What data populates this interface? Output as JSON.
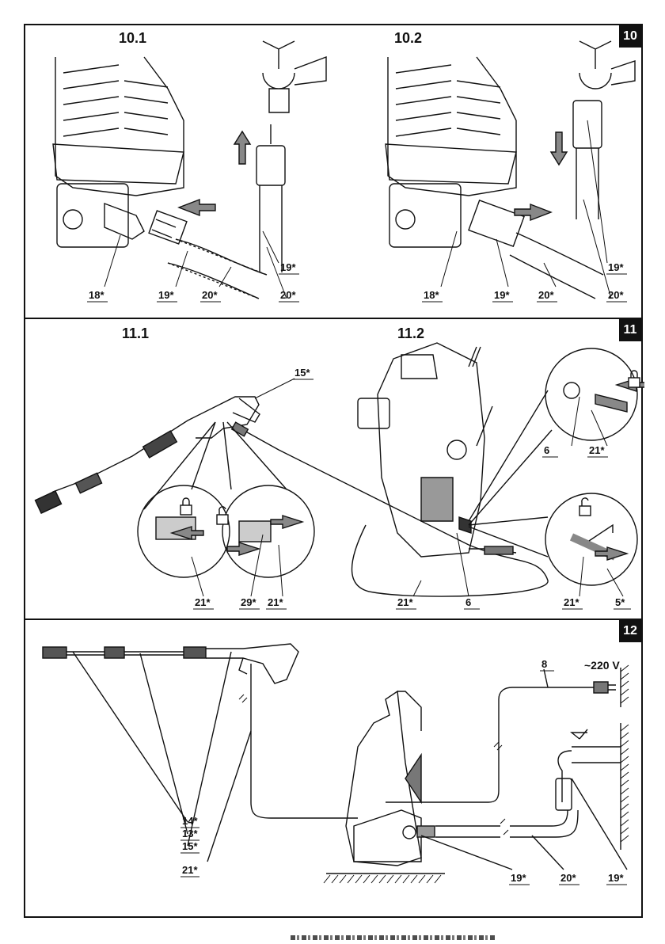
{
  "figure10": {
    "number": "10",
    "sub1": "10.1",
    "sub2": "10.2",
    "labels": [
      "18*",
      "19*",
      "20*",
      "19*",
      "20*",
      "18*",
      "19*",
      "20*",
      "19*",
      "20*"
    ]
  },
  "figure11": {
    "number": "11",
    "sub1": "11.1",
    "sub2": "11.2",
    "labels": [
      "15*",
      "21*",
      "29*",
      "21*",
      "21*",
      "6",
      "6",
      "21*",
      "21*",
      "5*"
    ]
  },
  "figure12": {
    "number": "12",
    "voltage": "~220 V",
    "labels": [
      "8",
      "14*",
      "13*",
      "15*",
      "21*",
      "19*",
      "20*",
      "19*"
    ]
  }
}
